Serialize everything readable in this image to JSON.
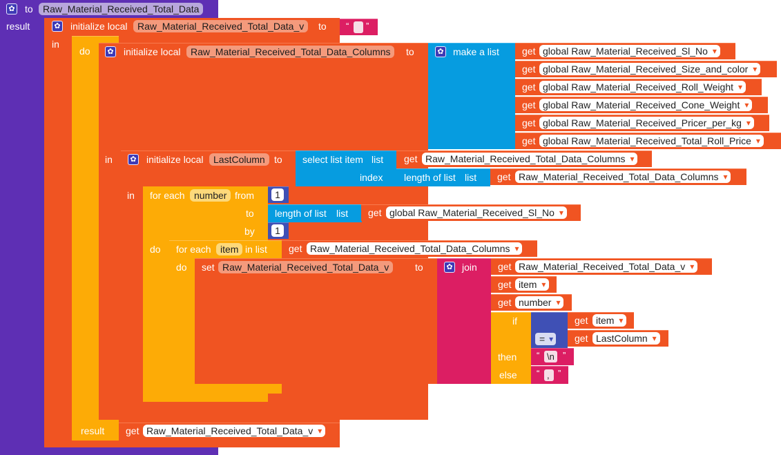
{
  "procedure": {
    "kw_to": "to",
    "name": "Raw_Material_Received_Total_Data",
    "kw_result": "result"
  },
  "init_local_v": {
    "kw_initialize_local": "initialize local",
    "name": "Raw_Material_Received_Total_Data_v",
    "kw_to": "to",
    "value_text": "",
    "kw_in": "in"
  },
  "do_block": {
    "kw_do": "do",
    "kw_result": "result",
    "result_get": "get",
    "result_var": "Raw_Material_Received_Total_Data_v"
  },
  "init_local_columns": {
    "kw_initialize_local": "initialize local",
    "name": "Raw_Material_Received_Total_Data_Columns",
    "kw_to": "to",
    "kw_in": "in",
    "make_list_label": "make a list",
    "items": [
      {
        "get": "get",
        "var": "global Raw_Material_Received_Sl_No"
      },
      {
        "get": "get",
        "var": "global Raw_Material_Received_Size_and_color"
      },
      {
        "get": "get",
        "var": "global Raw_Material_Received_Roll_Weight"
      },
      {
        "get": "get",
        "var": "global Raw_Material_Received_Cone_Weight"
      },
      {
        "get": "get",
        "var": "global Raw_Material_Received_Pricer_per_kg"
      },
      {
        "get": "get",
        "var": "global Raw_Material_Received_Total_Roll_Price"
      }
    ]
  },
  "init_local_lastcol": {
    "kw_initialize_local": "initialize local",
    "name": "LastColumn",
    "kw_to": "to",
    "kw_in": "in",
    "select_label": "select list item",
    "kw_list": "list",
    "kw_index": "index",
    "select_list_get": "get",
    "select_list_var": "Raw_Material_Received_Total_Data_Columns",
    "length_label": "length of list",
    "length_kw_list": "list",
    "length_get": "get",
    "length_var": "Raw_Material_Received_Total_Data_Columns"
  },
  "for_range": {
    "kw_for_each": "for each",
    "var": "number",
    "kw_from": "from",
    "from_val": "1",
    "kw_to": "to",
    "length_label": "length of list",
    "length_kw_list": "list",
    "to_get": "get",
    "to_var": "global Raw_Material_Received_Sl_No",
    "kw_by": "by",
    "by_val": "1",
    "kw_do": "do"
  },
  "for_each_item": {
    "kw_for_each": "for each",
    "var": "item",
    "kw_in_list": "in list",
    "list_get": "get",
    "list_var": "Raw_Material_Received_Total_Data_Columns",
    "kw_do": "do"
  },
  "set_block": {
    "kw_set": "set",
    "var": "Raw_Material_Received_Total_Data_v",
    "kw_to": "to",
    "join_label": "join",
    "join_items": [
      {
        "get": "get",
        "var": "Raw_Material_Received_Total_Data_v"
      },
      {
        "get": "get",
        "var": "item"
      },
      {
        "get": "get",
        "var": "number"
      }
    ],
    "kw_if": "if",
    "kw_then": "then",
    "kw_else": "else",
    "cmp_left_get": "get",
    "cmp_left_var": "item",
    "cmp_op": "=",
    "cmp_right_get": "get",
    "cmp_right_var": "LastColumn",
    "then_text": "\\n",
    "else_text": ","
  },
  "glyphs": {
    "gear": "✿",
    "open_quote": "“",
    "close_quote": "”"
  },
  "colors": {
    "procedure": "#5e2fb4",
    "variables": "#f05422",
    "control": "#fdab06",
    "lists": "#069ce0",
    "text": "#dc1e63",
    "math": "#3f50b5"
  }
}
